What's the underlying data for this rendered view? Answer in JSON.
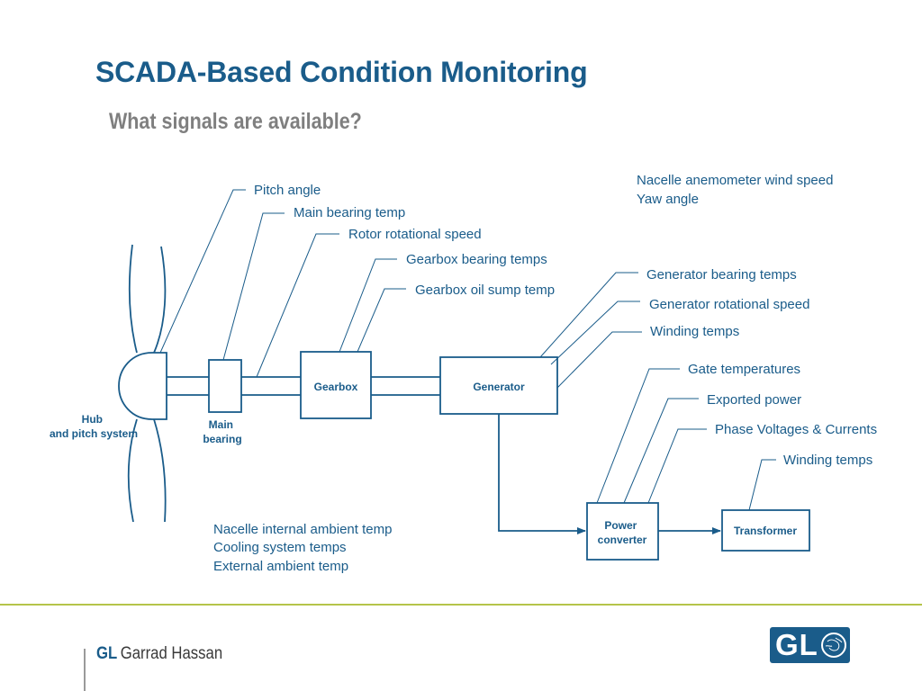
{
  "title": "SCADA-Based Condition Monitoring",
  "subtitle": "What signals are available?",
  "components": {
    "hub": "Hub and pitch system",
    "main_bearing": "Main bearing",
    "gearbox": "Gearbox",
    "generator": "Generator",
    "power_converter": "Power converter",
    "transformer": "Transformer"
  },
  "signals": {
    "pitch_angle": "Pitch angle",
    "main_bearing_temp": "Main bearing temp",
    "rotor_speed": "Rotor rotational speed",
    "gearbox_bearing_temps": "Gearbox bearing temps",
    "gearbox_oil_temp": "Gearbox oil sump temp",
    "nacelle_wind_speed": "Nacelle anemometer wind speed",
    "yaw_angle": "Yaw angle",
    "generator_bearing_temps": "Generator bearing temps",
    "generator_speed": "Generator rotational speed",
    "generator_winding_temps": "Winding temps",
    "gate_temperatures": "Gate temperatures",
    "exported_power": "Exported power",
    "phase_voltages_currents": "Phase Voltages & Currents",
    "transformer_winding_temps": "Winding temps",
    "nacelle_internal_temp": "Nacelle internal ambient temp",
    "cooling_system_temps": "Cooling system temps",
    "external_ambient_temp": "External ambient temp"
  },
  "footer": {
    "brand_bold": "GL",
    "brand_name": "Garrad Hassan",
    "logo_text": "GL"
  },
  "colors": {
    "primary": "#1a5c8a",
    "subtitle": "#7f7f7f",
    "accent_rule": "#b5c44a"
  }
}
